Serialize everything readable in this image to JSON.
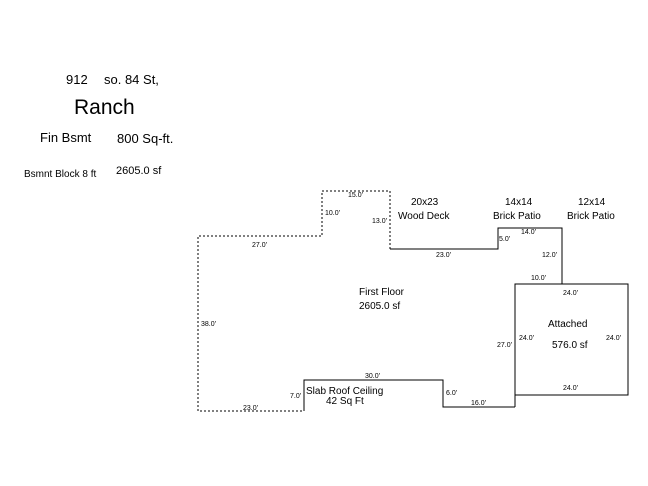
{
  "header": {
    "house_number": "912",
    "street": "so. 84 St,",
    "style": "Ranch",
    "basement_label": "Fin Bsmt",
    "basement_area": "800 Sq-ft.",
    "basement_block_label": "Bsmnt Block 8 ft",
    "basement_block_area": "2605.0 sf"
  },
  "areas": {
    "first_floor": {
      "name": "First Floor",
      "area": "2605.0 sf"
    },
    "garage": {
      "name": "Attached",
      "area": "576.0 sf"
    },
    "slab": {
      "name": "Slab Roof Ceiling",
      "area": "42 Sq Ft"
    },
    "wood_deck": {
      "size": "20x23",
      "name": "Wood Deck"
    },
    "brick_patio_1": {
      "size": "14x14",
      "name": "Brick Patio"
    },
    "brick_patio_2": {
      "size": "12x14",
      "name": "Brick Patio"
    }
  },
  "dimensions": {
    "top_15": "15.0'",
    "left_10": "10.0'",
    "deck_13": "13.0'",
    "top_27": "27.0'",
    "left_38": "38.0'",
    "bottom_23": "23.0'",
    "slab_7": "7.0'",
    "slab_30": "30.0'",
    "step_6": "6.0'",
    "bottom_16": "16.0'",
    "deck_bottom_23": "23.0'",
    "patio_5": "5.0'",
    "patio_14": "14.0'",
    "patio_12": "12.0'",
    "step_10": "10.0'",
    "garage_top_24": "24.0'",
    "garage_left_24": "24.0'",
    "garage_right_24": "24.0'",
    "garage_bottom_24": "24.0'",
    "house_27": "27.0'"
  }
}
